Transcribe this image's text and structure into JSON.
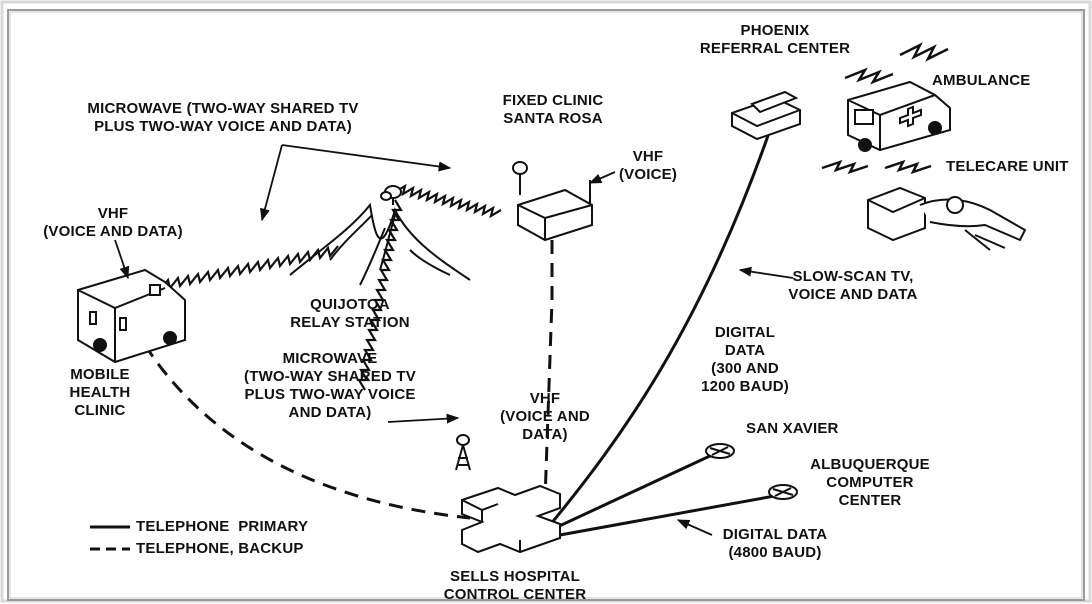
{
  "labels": {
    "phoenix": "PHOENIX\nREFERRAL CENTER",
    "ambulance": "AMBULANCE",
    "telecare": "TELECARE UNIT",
    "fixed_clinic": "FIXED CLINIC\nSANTA ROSA",
    "vhf_voice": "VHF\n(VOICE)",
    "microwave_top": "MICROWAVE (TWO-WAY SHARED TV\nPLUS TWO-WAY VOICE AND DATA)",
    "vhf_voice_data_left": "VHF\n(VOICE AND DATA)",
    "quijotoa": "QUIJOTOA\nRELAY STATION",
    "slow_scan": "SLOW-SCAN TV,\nVOICE AND DATA",
    "digital_data_300": "DIGITAL\nDATA\n(300 AND\n1200 BAUD)",
    "microwave_mid": "MICROWAVE\n(TWO-WAY SHARED TV\nPLUS TWO-WAY VOICE\nAND DATA)",
    "mobile_clinic": "MOBILE\nHEALTH\nCLINIC",
    "vhf_voice_data_center": "VHF\n(VOICE AND\nDATA)",
    "san_xavier": "SAN XAVIER",
    "albuquerque": "ALBUQUERQUE\nCOMPUTER\nCENTER",
    "digital_data_4800": "DIGITAL DATA\n(4800 BAUD)",
    "sells": "SELLS HOSPITAL\nCONTROL CENTER"
  },
  "legend": {
    "primary": "TELEPHONE  PRIMARY",
    "backup": "TELEPHONE, BACKUP"
  }
}
